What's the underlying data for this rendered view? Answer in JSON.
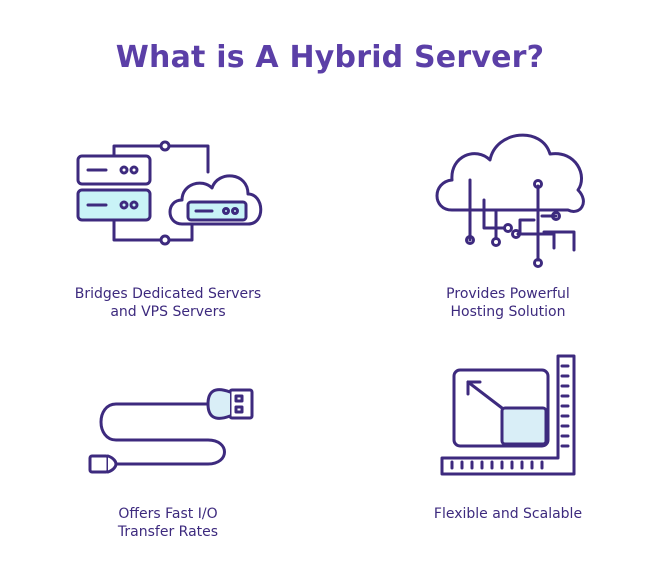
{
  "title": "What is A Hybrid Server?",
  "features": [
    {
      "line1": "Bridges Dedicated Servers",
      "line2": "and VPS Servers",
      "icon": "server-cloud-icon"
    },
    {
      "line1": "Provides Powerful",
      "line2": "Hosting Solution",
      "icon": "cloud-circuit-icon"
    },
    {
      "line1": "Offers Fast I/O",
      "line2": "Transfer Rates",
      "icon": "usb-cable-icon"
    },
    {
      "line1": "Flexible and Scalable",
      "line2": "",
      "icon": "resize-window-icon"
    }
  ],
  "colors": {
    "title": "#5b3fa7",
    "stroke": "#3d2a7e",
    "fill_light": "#c9f3f7",
    "fill_lighter": "#d9eef7"
  }
}
